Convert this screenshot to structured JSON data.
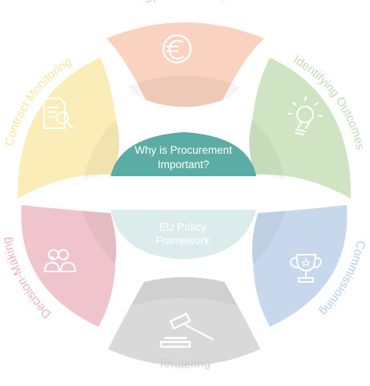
{
  "diagram": {
    "center_top": {
      "line1": "Why is Procurement",
      "line2": "Important?",
      "color": "#5aaca4"
    },
    "center_bottom": {
      "line1": "EU Policy",
      "line2": "Framework",
      "color": "#dcecec"
    },
    "segments": [
      {
        "label": "Spend Analysis",
        "icon": "euro-coin-icon",
        "color": "#f9d2c0",
        "label_color": "#f4c2aa"
      },
      {
        "label": "Identifying Outcomes",
        "icon": "lightbulb-icon",
        "color": "#cfe4c2",
        "label_color": "#c2ddb4"
      },
      {
        "label": "Commissioning",
        "icon": "trophy-icon",
        "color": "#c7d8ec",
        "label_color": "#b8cfe8"
      },
      {
        "label": "Tendering",
        "icon": "gavel-icon",
        "color": "#d9d9d9",
        "label_color": "#cfcfcf"
      },
      {
        "label": "Decision-Making",
        "icon": "people-icon",
        "color": "#f0c4cc",
        "label_color": "#ecb3bd"
      },
      {
        "label": "Contract Monitoring",
        "icon": "document-search-icon",
        "color": "#fbedb8",
        "label_color": "#f7e4a0"
      }
    ]
  }
}
